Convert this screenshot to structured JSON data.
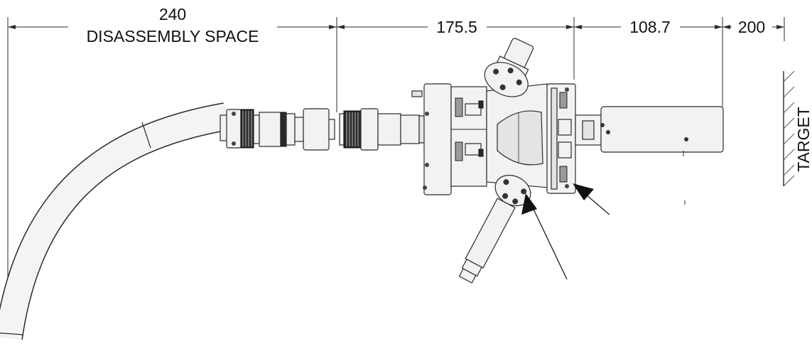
{
  "dimensions": {
    "disassembly": {
      "value": "240",
      "caption": "DISASSEMBLY SPACE"
    },
    "detector": {
      "value": "175.5"
    },
    "head": {
      "value": "108.7"
    },
    "standoff": {
      "value": "200"
    }
  },
  "target": {
    "label": "TARGET"
  },
  "colors": {
    "line": "#2b2b2b",
    "body_fill": "#f2f2f2",
    "shade_fill": "#e4e4e4",
    "dark_fill": "#2a2a2a"
  }
}
